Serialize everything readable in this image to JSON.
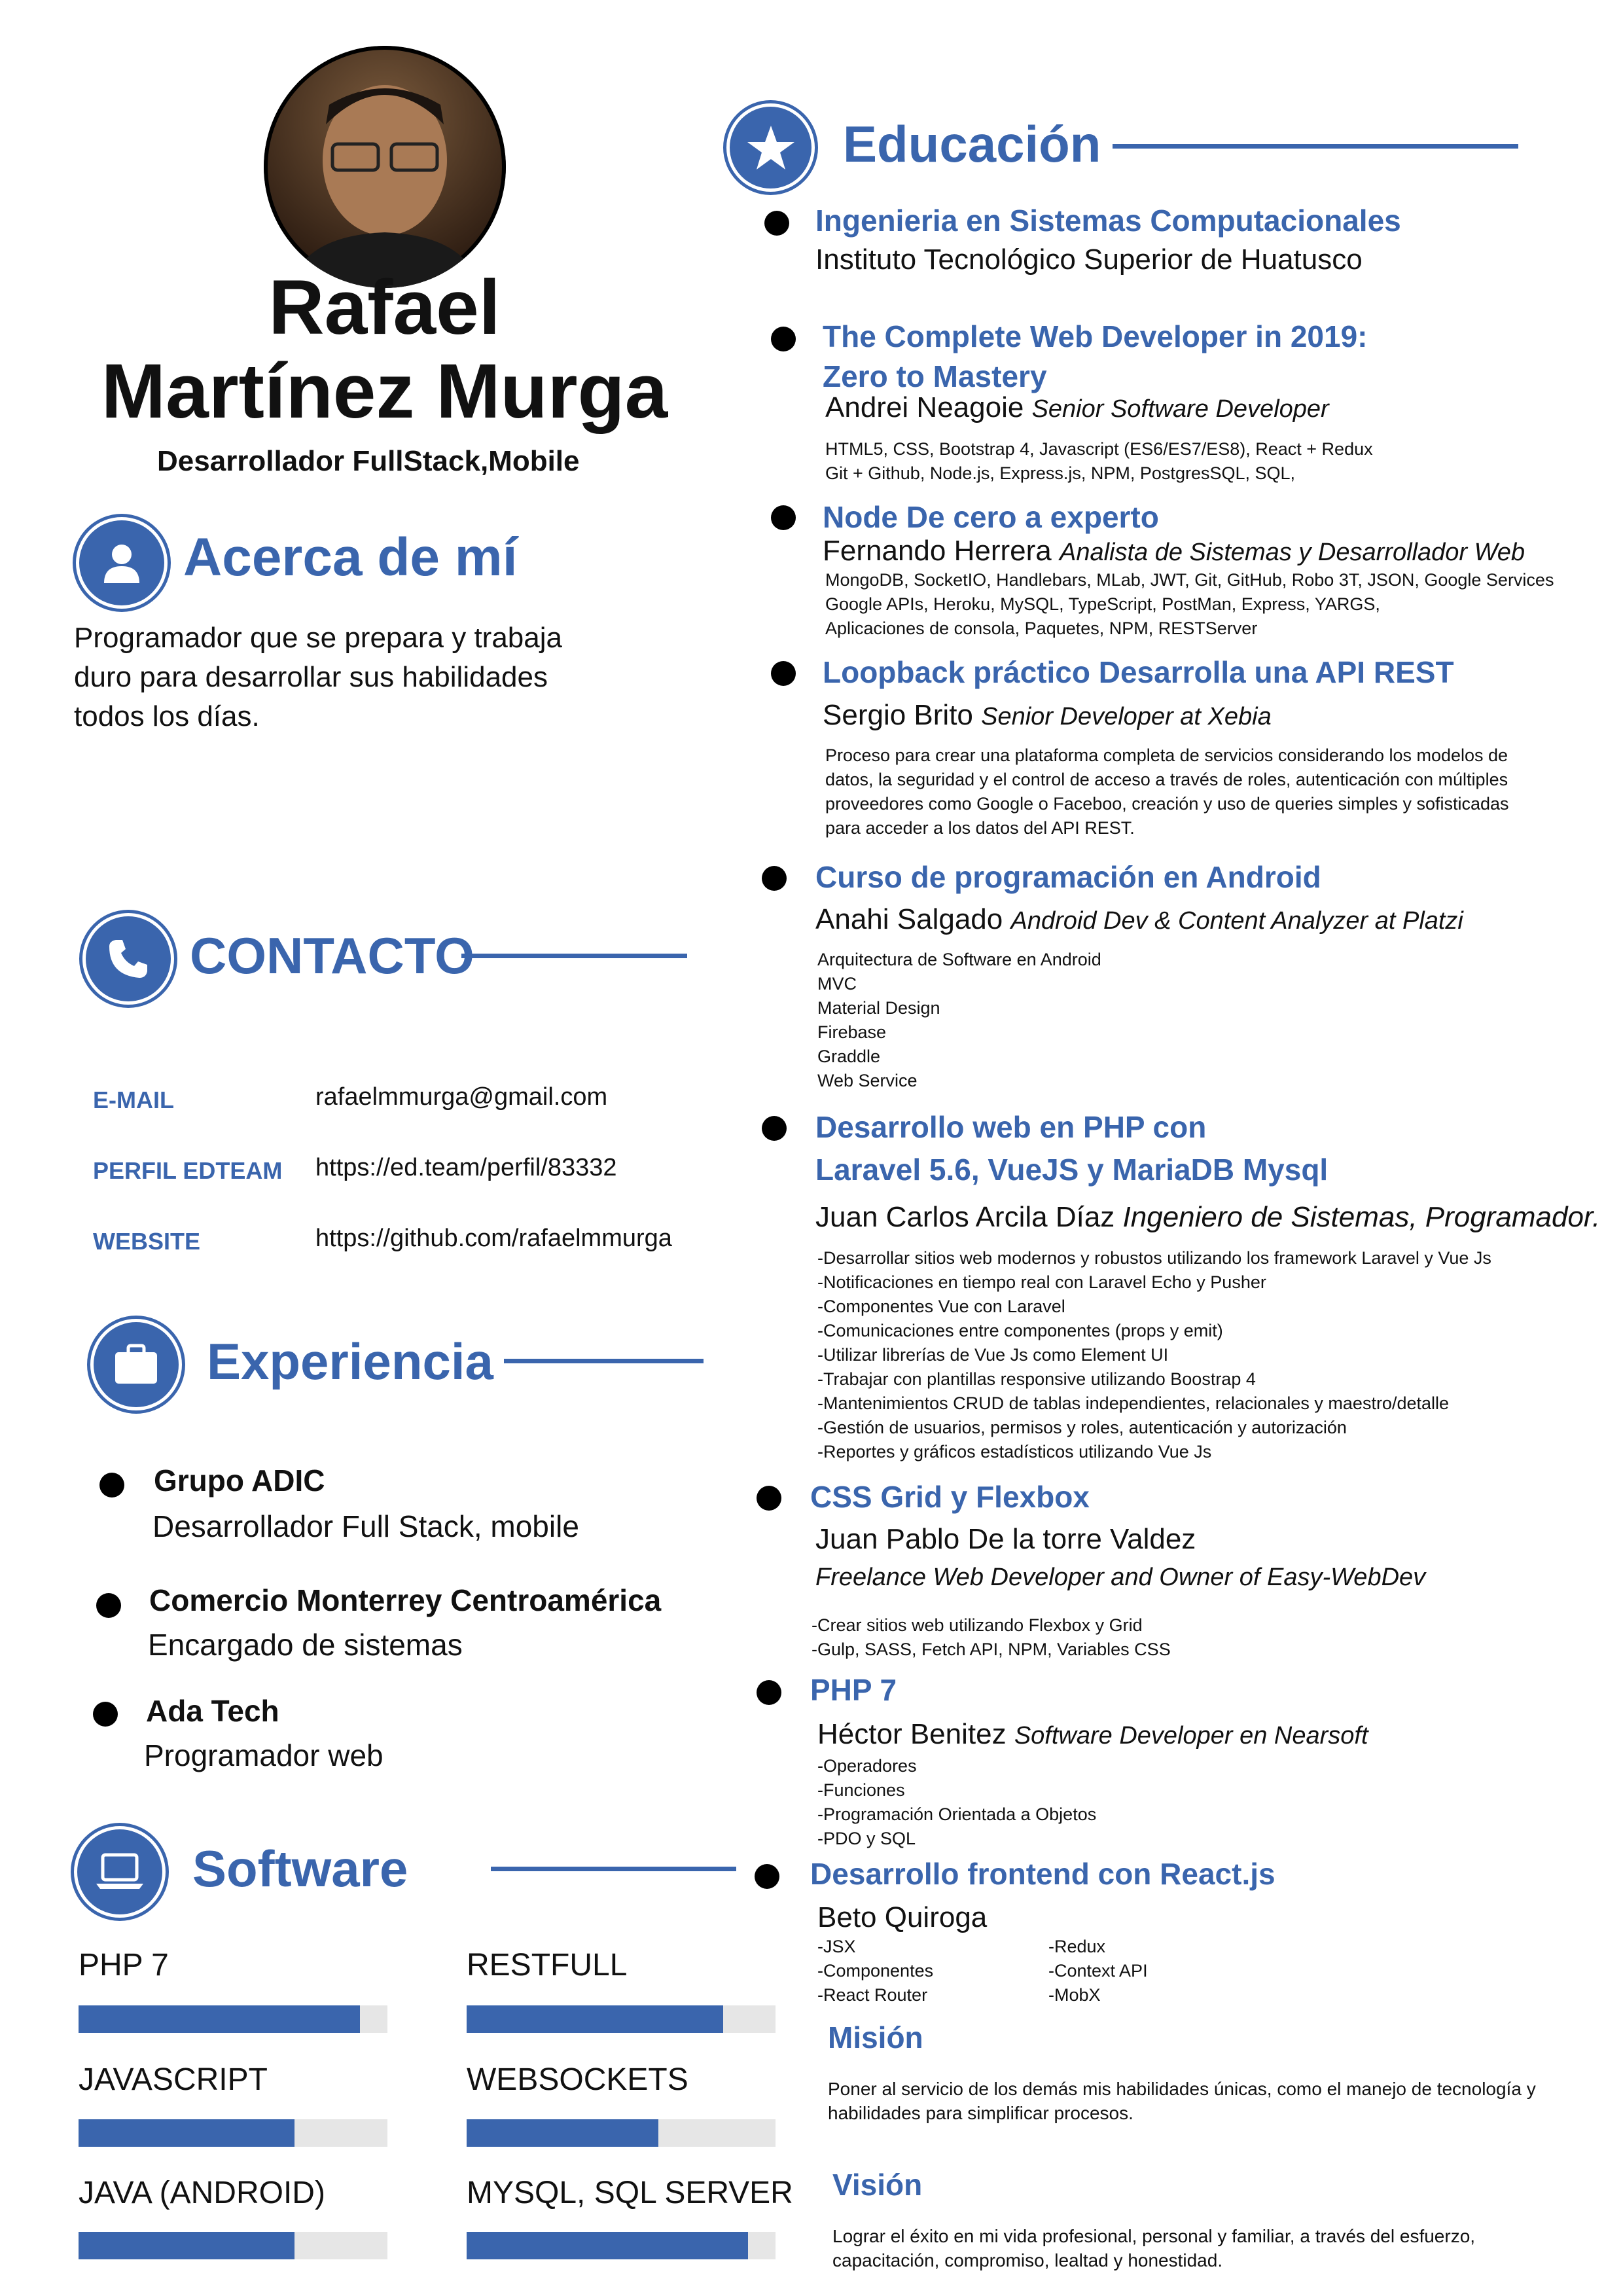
{
  "profile": {
    "first_name": "Rafael",
    "last_name": "Martínez Murga",
    "role": "Desarrollador FullStack,Mobile"
  },
  "about": {
    "title": "Acerca de mí",
    "lines": [
      "Programador que  se prepara y trabaja",
      "duro para desarrollar sus habilidades",
      "todos los días."
    ]
  },
  "contact": {
    "title": "CONTACTO",
    "items": [
      {
        "label": "E-MAIL",
        "value": "rafaelmmurga@gmail.com"
      },
      {
        "label": "PERFIL EDTEAM",
        "value": "https://ed.team/perfil/83332"
      },
      {
        "label": "WEBSITE",
        "value": "https://github.com/rafaelmmurga"
      }
    ]
  },
  "experience": {
    "title": "Experiencia",
    "items": [
      {
        "company": "Grupo ADIC",
        "role": "Desarrollador Full Stack, mobile"
      },
      {
        "company": "Comercio Monterrey Centroamérica",
        "role": "Encargado de sistemas"
      },
      {
        "company": "Ada Tech",
        "role": "Programador web"
      }
    ]
  },
  "software": {
    "title": "Software",
    "skills": [
      {
        "name": "PHP 7",
        "level": 0.91
      },
      {
        "name": "RESTFULL",
        "level": 0.83
      },
      {
        "name": "JAVASCRIPT",
        "level": 0.7
      },
      {
        "name": "WEBSOCKETS",
        "level": 0.62
      },
      {
        "name": "JAVA (ANDROID)",
        "level": 0.7
      },
      {
        "name": "MYSQL, SQL SERVER",
        "level": 0.91
      }
    ]
  },
  "education": {
    "title": "Educación",
    "items": [
      {
        "title": "Ingenieria en Sistemas Computacionales",
        "inst": "Instituto Tecnológico Superior de Huatusco",
        "role": "",
        "details": []
      },
      {
        "title": "The Complete Web Developer in 2019:",
        "title2": "Zero to Mastery",
        "inst": "Andrei Neagoie",
        "role": "Senior Software Developer",
        "details": [
          "HTML5, CSS, Bootstrap 4, Javascript (ES6/ES7/ES8),  React + Redux",
          "Git + Github, Node.js,  Express.js,  NPM, PostgresSQL, SQL,"
        ]
      },
      {
        "title": "Node De cero a experto",
        "inst": "Fernando Herrera",
        "role": "Analista de Sistemas y Desarrollador Web",
        "details": [
          "MongoDB, SocketIO, Handlebars, MLab, JWT, Git, GitHub, Robo 3T, JSON, Google Services",
          "Google APIs, Heroku, MySQL, TypeScript, PostMan, Express, YARGS,",
          "Aplicaciones de consola, Paquetes, NPM, RESTServer"
        ]
      },
      {
        "title": "Loopback práctico Desarrolla una API REST",
        "inst": "Sergio Brito",
        "role": "Senior Developer at Xebia",
        "details": [
          "Proceso para crear una plataforma completa de servicios considerando los modelos de",
          "datos, la seguridad y el control de acceso a través de roles, autenticación con múltiples",
          "proveedores como Google o Faceboo, creación y uso de queries simples y sofisticadas",
          "para acceder a los datos del API REST."
        ]
      },
      {
        "title": "Curso de programación en Android",
        "inst": "Anahi Salgado",
        "role": "Android Dev & Content Analyzer at Platzi",
        "details": [
          "Arquitectura de Software en Android",
          "MVC",
          "Material Design",
          "Firebase",
          "Graddle",
          "Web Service"
        ]
      },
      {
        "title": "Desarrollo web en PHP con",
        "title2": "Laravel 5.6, VueJS y MariaDB Mysql",
        "inst": "Juan Carlos Arcila Díaz",
        "role": "Ingeniero de Sistemas, Programador.",
        "details": [
          "-Desarrollar sitios web modernos y robustos utilizando los framework Laravel y Vue Js",
          "-Notificaciones en tiempo real con Laravel Echo y Pusher",
          "-Componentes Vue con Laravel",
          "-Comunicaciones entre componentes (props y emit)",
          "-Utilizar librerías de Vue Js como Element UI",
          "-Trabajar con plantillas responsive utilizando Boostrap 4",
          "-Mantenimientos CRUD de tablas independientes, relacionales y maestro/detalle",
          "-Gestión de usuarios, permisos y roles, autenticación y autorización",
          "-Reportes y gráficos estadísticos utilizando Vue Js"
        ]
      },
      {
        "title": "CSS Grid y Flexbox",
        "inst": "Juan Pablo De la torre Valdez",
        "role": "Freelance Web Developer and Owner of Easy-WebDev",
        "details": [
          "-Crear sitios web utilizando Flexbox y Grid",
          "-Gulp, SASS, Fetch API, NPM, Variables CSS"
        ]
      },
      {
        "title": "PHP 7",
        "inst": "Héctor Benitez",
        "role": "Software Developer en Nearsoft",
        "details": [
          "-Operadores",
          "-Funciones",
          "-Programación Orientada a Objetos",
          "-PDO y SQL"
        ]
      },
      {
        "title": "Desarrollo frontend con React.js",
        "inst": "Beto Quiroga",
        "role": "",
        "details_col1": [
          "-JSX",
          "-Componentes",
          "-React Router"
        ],
        "details_col2": [
          "-Redux",
          "-Context API",
          "-MobX"
        ]
      }
    ]
  },
  "mision": {
    "title": "Misión",
    "lines": [
      "Poner al servicio de los demás mis habilidades únicas, como el manejo de tecnología y",
      "habilidades para simplificar procesos."
    ]
  },
  "vision": {
    "title": "Visión",
    "lines": [
      "Lograr el éxito en mi vida profesional, personal y familiar, a través del esfuerzo,",
      "capacitación, compromiso, lealtad y honestidad."
    ]
  },
  "icons": {
    "about": "user-icon",
    "contact": "phone-icon",
    "experience": "briefcase-icon",
    "software": "laptop-icon",
    "education": "star-icon"
  },
  "colors": {
    "accent": "#3a65ad",
    "bar_bg": "#e6e6e6"
  }
}
